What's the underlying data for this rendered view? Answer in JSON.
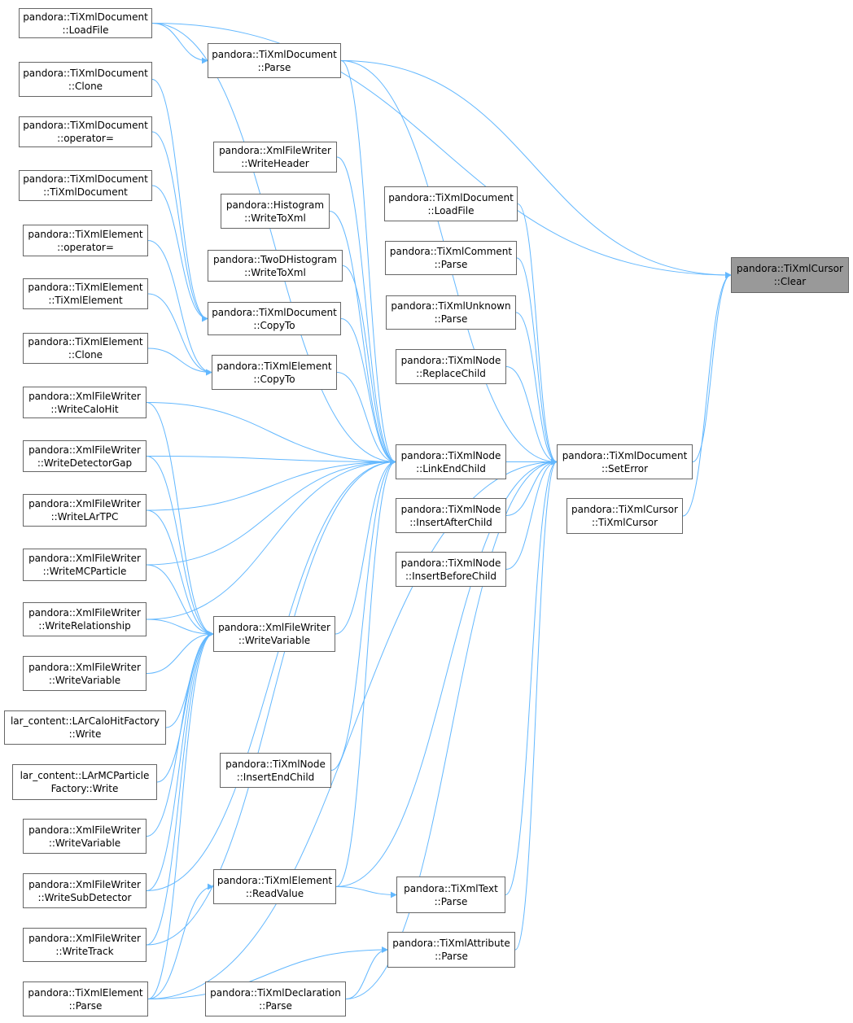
{
  "graph": {
    "nodes": [
      {
        "id": "doc-loadfile-a",
        "lines": [
          "pandora::TiXmlDocument",
          "::LoadFile"
        ]
      },
      {
        "id": "doc-parse",
        "lines": [
          "pandora::TiXmlDocument",
          "::Parse"
        ]
      },
      {
        "id": "doc-clone",
        "lines": [
          "pandora::TiXmlDocument",
          "::Clone"
        ]
      },
      {
        "id": "doc-operator",
        "lines": [
          "pandora::TiXmlDocument",
          "::operator="
        ]
      },
      {
        "id": "doc-ctor",
        "lines": [
          "pandora::TiXmlDocument",
          "::TiXmlDocument"
        ]
      },
      {
        "id": "elem-operator",
        "lines": [
          "pandora::TiXmlElement",
          "::operator="
        ]
      },
      {
        "id": "elem-ctor",
        "lines": [
          "pandora::TiXmlElement",
          "::TiXmlElement"
        ]
      },
      {
        "id": "elem-clone",
        "lines": [
          "pandora::TiXmlElement",
          "::Clone"
        ]
      },
      {
        "id": "xfw-header",
        "lines": [
          "pandora::XmlFileWriter",
          "::WriteHeader"
        ]
      },
      {
        "id": "hist-xml",
        "lines": [
          "pandora::Histogram",
          "::WriteToXml"
        ]
      },
      {
        "id": "twod-xml",
        "lines": [
          "pandora::TwoDHistogram",
          "::WriteToXml"
        ]
      },
      {
        "id": "doc-copyto",
        "lines": [
          "pandora::TiXmlDocument",
          "::CopyTo"
        ]
      },
      {
        "id": "elem-copyto",
        "lines": [
          "pandora::TiXmlElement",
          "::CopyTo"
        ]
      },
      {
        "id": "doc-loadfile-b",
        "lines": [
          "pandora::TiXmlDocument",
          "::LoadFile"
        ]
      },
      {
        "id": "comment-parse",
        "lines": [
          "pandora::TiXmlComment",
          "::Parse"
        ]
      },
      {
        "id": "unknown-parse",
        "lines": [
          "pandora::TiXmlUnknown",
          "::Parse"
        ]
      },
      {
        "id": "node-replace",
        "lines": [
          "pandora::TiXmlNode",
          "::ReplaceChild"
        ]
      },
      {
        "id": "cursor-clear",
        "lines": [
          "pandora::TiXmlCursor",
          "::Clear"
        ],
        "root": true
      },
      {
        "id": "xfw-calohit",
        "lines": [
          "pandora::XmlFileWriter",
          "::WriteCaloHit"
        ]
      },
      {
        "id": "xfw-detgap",
        "lines": [
          "pandora::XmlFileWriter",
          "::WriteDetectorGap"
        ]
      },
      {
        "id": "xfw-lartpc",
        "lines": [
          "pandora::XmlFileWriter",
          "::WriteLArTPC"
        ]
      },
      {
        "id": "xfw-mcp",
        "lines": [
          "pandora::XmlFileWriter",
          "::WriteMCParticle"
        ]
      },
      {
        "id": "xfw-rel",
        "lines": [
          "pandora::XmlFileWriter",
          "::WriteRelationship"
        ]
      },
      {
        "id": "xfw-var-a",
        "lines": [
          "pandora::XmlFileWriter",
          "::WriteVariable"
        ]
      },
      {
        "id": "lar-calo",
        "lines": [
          "lar_content::LArCaloHitFactory",
          "::Write"
        ]
      },
      {
        "id": "lar-mcp",
        "lines": [
          "lar_content::LArMCParticle",
          "Factory::Write"
        ]
      },
      {
        "id": "xfw-var-b",
        "lines": [
          "pandora::XmlFileWriter",
          "::WriteVariable"
        ]
      },
      {
        "id": "xfw-subdet",
        "lines": [
          "pandora::XmlFileWriter",
          "::WriteSubDetector"
        ]
      },
      {
        "id": "xfw-track",
        "lines": [
          "pandora::XmlFileWriter",
          "::WriteTrack"
        ]
      },
      {
        "id": "elem-parse",
        "lines": [
          "pandora::TiXmlElement",
          "::Parse"
        ]
      },
      {
        "id": "node-linkend",
        "lines": [
          "pandora::TiXmlNode",
          "::LinkEndChild"
        ]
      },
      {
        "id": "node-insafter",
        "lines": [
          "pandora::TiXmlNode",
          "::InsertAfterChild"
        ]
      },
      {
        "id": "node-insbefore",
        "lines": [
          "pandora::TiXmlNode",
          "::InsertBeforeChild"
        ]
      },
      {
        "id": "doc-seterror",
        "lines": [
          "pandora::TiXmlDocument",
          "::SetError"
        ]
      },
      {
        "id": "cursor-ctor",
        "lines": [
          "pandora::TiXmlCursor",
          "::TiXmlCursor"
        ]
      },
      {
        "id": "xfw-var-main",
        "lines": [
          "pandora::XmlFileWriter",
          "::WriteVariable"
        ]
      },
      {
        "id": "node-insend",
        "lines": [
          "pandora::TiXmlNode",
          "::InsertEndChild"
        ]
      },
      {
        "id": "elem-readvalue",
        "lines": [
          "pandora::TiXmlElement",
          "::ReadValue"
        ]
      },
      {
        "id": "text-parse",
        "lines": [
          "pandora::TiXmlText",
          "::Parse"
        ]
      },
      {
        "id": "attr-parse",
        "lines": [
          "pandora::TiXmlAttribute",
          "::Parse"
        ]
      },
      {
        "id": "decl-parse",
        "lines": [
          "pandora::TiXmlDeclaration",
          "::Parse"
        ]
      }
    ],
    "edges": [
      [
        "doc-loadfile-a",
        "cursor-clear"
      ],
      [
        "doc-loadfile-a",
        "doc-parse"
      ],
      [
        "doc-loadfile-a",
        "node-linkend"
      ],
      [
        "doc-parse",
        "cursor-clear"
      ],
      [
        "doc-parse",
        "doc-seterror"
      ],
      [
        "doc-parse",
        "node-linkend"
      ],
      [
        "doc-clone",
        "doc-copyto"
      ],
      [
        "doc-operator",
        "doc-copyto"
      ],
      [
        "doc-ctor",
        "doc-copyto"
      ],
      [
        "elem-operator",
        "elem-copyto"
      ],
      [
        "elem-ctor",
        "elem-copyto"
      ],
      [
        "elem-clone",
        "elem-copyto"
      ],
      [
        "xfw-header",
        "node-linkend"
      ],
      [
        "hist-xml",
        "node-linkend"
      ],
      [
        "twod-xml",
        "node-linkend"
      ],
      [
        "doc-copyto",
        "node-linkend"
      ],
      [
        "elem-copyto",
        "node-linkend"
      ],
      [
        "doc-loadfile-b",
        "doc-seterror"
      ],
      [
        "comment-parse",
        "doc-seterror"
      ],
      [
        "unknown-parse",
        "doc-seterror"
      ],
      [
        "node-replace",
        "doc-seterror"
      ],
      [
        "xfw-calohit",
        "node-linkend"
      ],
      [
        "xfw-calohit",
        "xfw-var-main"
      ],
      [
        "xfw-detgap",
        "node-linkend"
      ],
      [
        "xfw-detgap",
        "xfw-var-main"
      ],
      [
        "xfw-lartpc",
        "node-linkend"
      ],
      [
        "xfw-lartpc",
        "xfw-var-main"
      ],
      [
        "xfw-mcp",
        "node-linkend"
      ],
      [
        "xfw-mcp",
        "xfw-var-main"
      ],
      [
        "xfw-rel",
        "node-linkend"
      ],
      [
        "xfw-rel",
        "xfw-var-main"
      ],
      [
        "xfw-var-a",
        "xfw-var-main"
      ],
      [
        "lar-calo",
        "xfw-var-main"
      ],
      [
        "lar-mcp",
        "xfw-var-main"
      ],
      [
        "xfw-var-b",
        "xfw-var-main"
      ],
      [
        "xfw-subdet",
        "xfw-var-main"
      ],
      [
        "xfw-subdet",
        "node-linkend"
      ],
      [
        "xfw-track",
        "xfw-var-main"
      ],
      [
        "xfw-track",
        "node-linkend"
      ],
      [
        "elem-parse",
        "elem-readvalue"
      ],
      [
        "elem-parse",
        "attr-parse"
      ],
      [
        "elem-parse",
        "doc-seterror"
      ],
      [
        "elem-parse",
        "xfw-var-main"
      ],
      [
        "node-linkend",
        "doc-seterror"
      ],
      [
        "node-insafter",
        "doc-seterror"
      ],
      [
        "node-insbefore",
        "doc-seterror"
      ],
      [
        "doc-seterror",
        "cursor-clear"
      ],
      [
        "cursor-ctor",
        "cursor-clear"
      ],
      [
        "xfw-var-main",
        "node-linkend"
      ],
      [
        "node-insend",
        "node-linkend"
      ],
      [
        "elem-readvalue",
        "text-parse"
      ],
      [
        "elem-readvalue",
        "node-linkend"
      ],
      [
        "elem-readvalue",
        "doc-seterror"
      ],
      [
        "text-parse",
        "doc-seterror"
      ],
      [
        "attr-parse",
        "doc-seterror"
      ],
      [
        "decl-parse",
        "attr-parse"
      ],
      [
        "decl-parse",
        "doc-seterror"
      ]
    ]
  },
  "colors": {
    "edge": "#63b8ff",
    "node_border": "#666666",
    "root_fill": "#999999",
    "node_fill": "#ffffff"
  }
}
